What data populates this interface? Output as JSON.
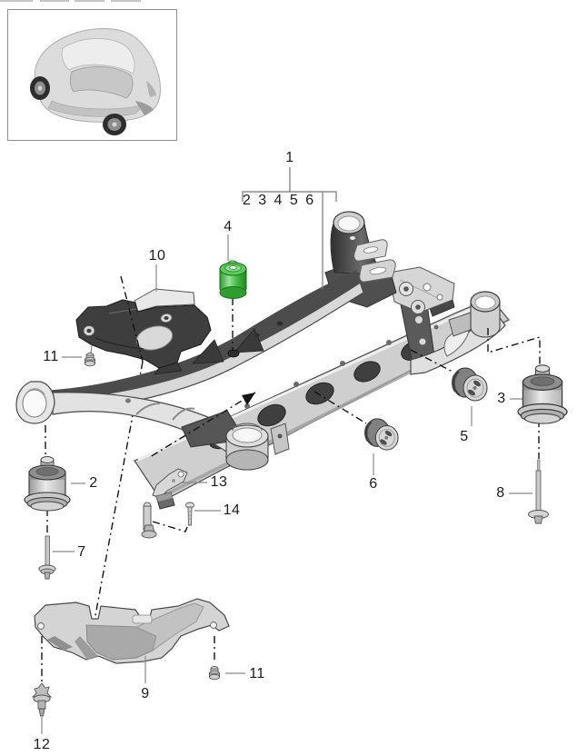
{
  "page": {
    "background": "#ffffff"
  },
  "vehicle_thumbnail": {
    "icon": "car-rear-three-quarter-view"
  },
  "callouts": {
    "group_parent": "1",
    "group_children": "2 3 4 5 6",
    "n2": "2",
    "n3": "3",
    "n4": "4",
    "n5": "5",
    "n6": "6",
    "n7": "7",
    "n8": "8",
    "n9": "9",
    "n10": "10",
    "n11": "11",
    "n12": "12",
    "n13": "13",
    "n14": "14"
  },
  "highlight": {
    "selected_part": "4",
    "color": "#3cb83c"
  }
}
